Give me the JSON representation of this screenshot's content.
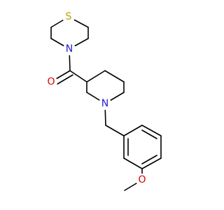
{
  "molecule": {
    "atoms": {
      "sulfur": {
        "label": "S",
        "color": "#b8a600"
      },
      "thiomorpholine_nitrogen": {
        "label": "N",
        "color": "#1f1fd0"
      },
      "carbonyl_oxygen": {
        "label": "O",
        "color": "#e00000"
      },
      "piperidine_nitrogen": {
        "label": "N",
        "color": "#1f1fd0"
      },
      "methoxy_oxygen": {
        "label": "O",
        "color": "#e00000"
      }
    },
    "bond_color": "#000000",
    "background": "#ffffff"
  }
}
